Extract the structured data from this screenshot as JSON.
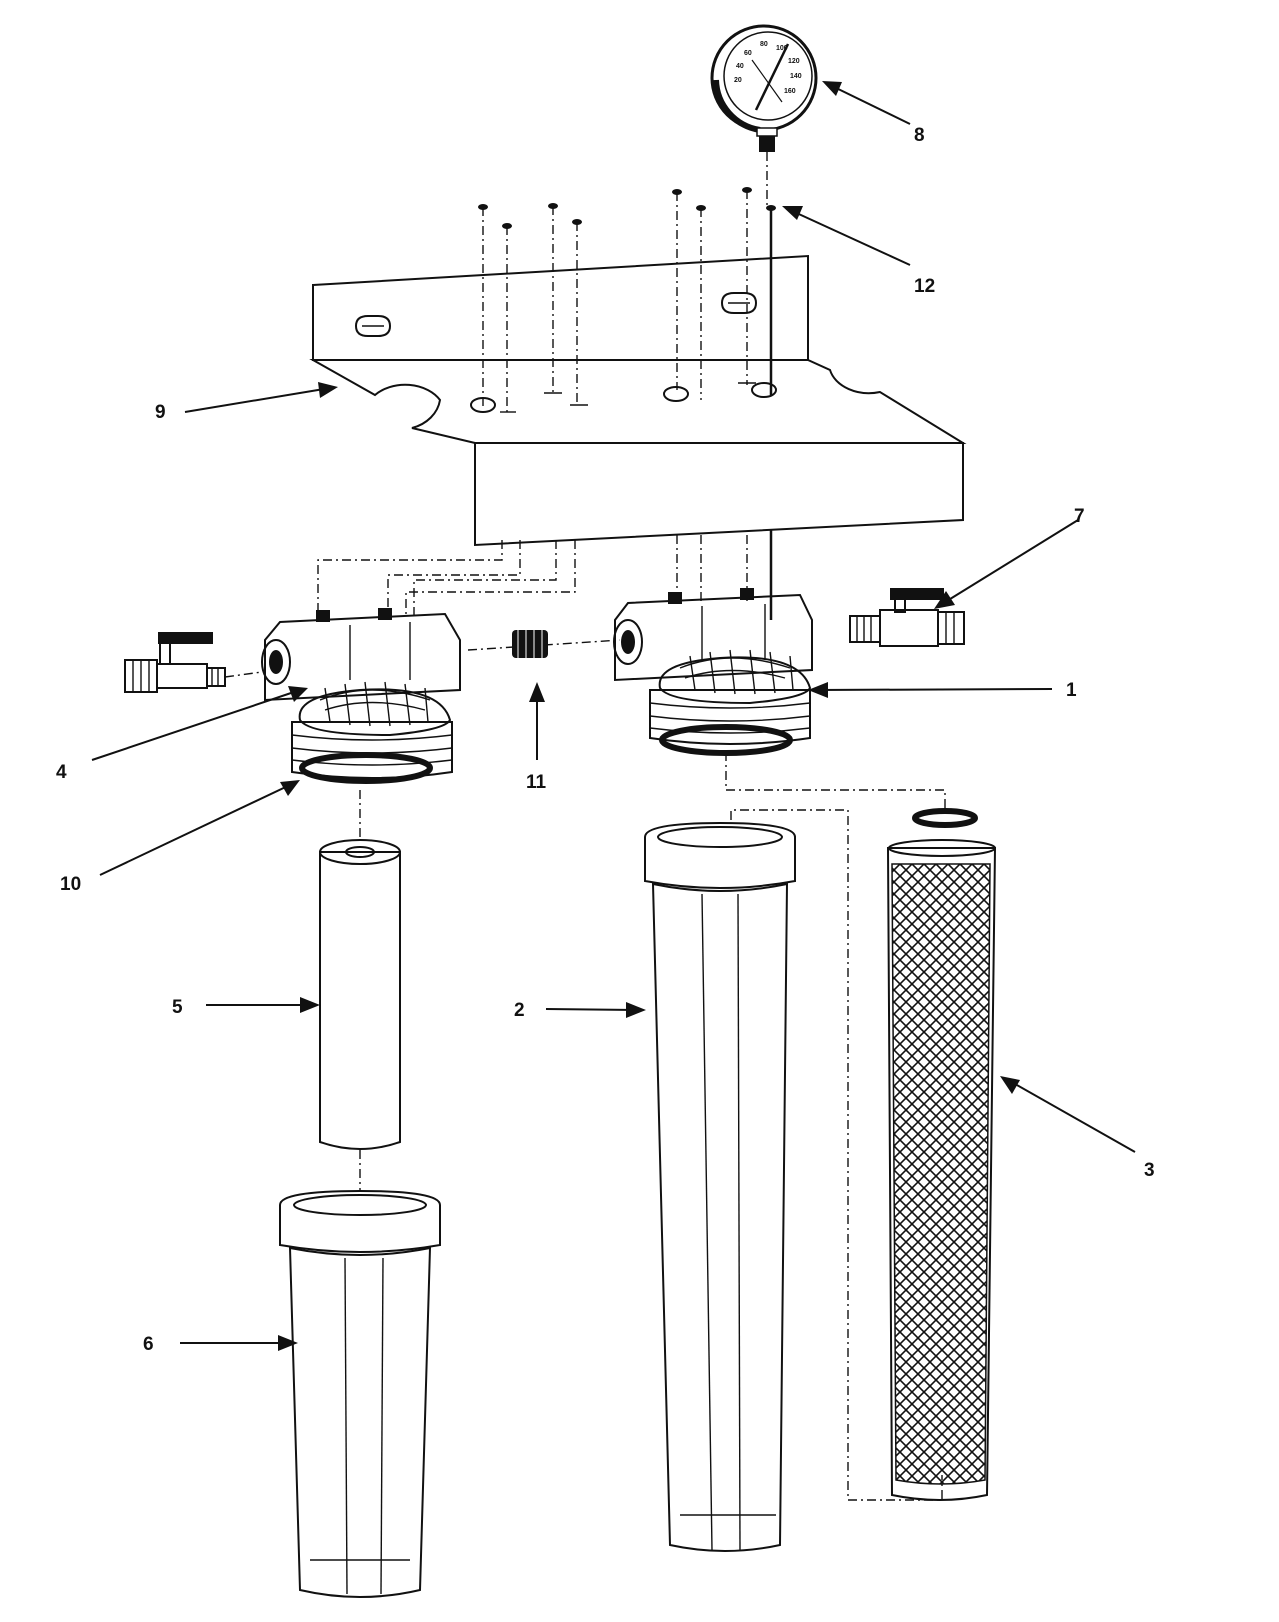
{
  "callouts": {
    "c1": "1",
    "c2": "2",
    "c3": "3",
    "c4": "4",
    "c5": "5",
    "c6": "6",
    "c7": "7",
    "c8": "8",
    "c9": "9",
    "c10": "10",
    "c11": "11",
    "c12": "12"
  },
  "gauge": {
    "ticks": [
      "20",
      "40",
      "60",
      "80",
      "100",
      "120",
      "140",
      "160"
    ]
  },
  "colors": {
    "ink": "#111111",
    "paper": "#ffffff"
  }
}
